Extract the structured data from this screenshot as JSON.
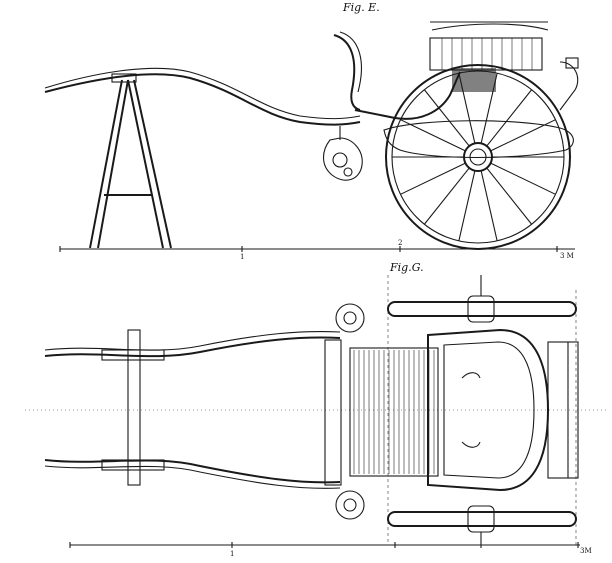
{
  "figures": {
    "top": {
      "caption": "Fig. E."
    },
    "bottom": {
      "caption": "Fig.G."
    }
  },
  "scale_marks": {
    "top": {
      "t1": "1",
      "t2": "2",
      "end": "3 M"
    },
    "bottom": {
      "t1": "1",
      "end": "3M"
    }
  },
  "colors": {
    "ink": "#1a1a1a",
    "paper": "#ffffff"
  }
}
